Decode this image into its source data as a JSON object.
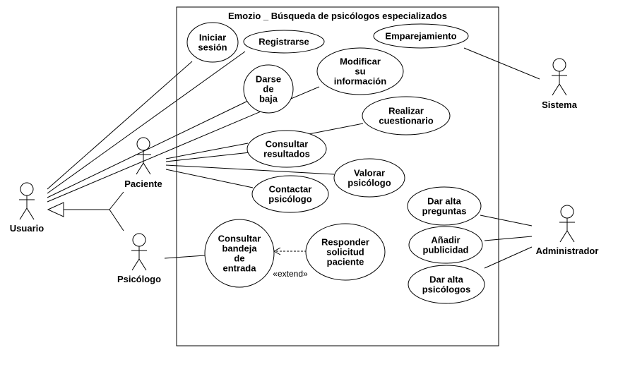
{
  "system": {
    "title": "Emozio _ Búsqueda de psicólogos especializados"
  },
  "actors": {
    "usuario": "Usuario",
    "paciente": "Paciente",
    "psicologo": "Psicólogo",
    "sistema": "Sistema",
    "administrador": "Administrador"
  },
  "use_cases": {
    "iniciar_sesion": [
      "Iniciar",
      "sesión"
    ],
    "registrarse": [
      "Registrarse"
    ],
    "emparejamiento": [
      "Emparejamiento"
    ],
    "darse_de_baja": [
      "Darse",
      "de",
      "baja"
    ],
    "modificar_info": [
      "Modificar",
      "su",
      "información"
    ],
    "realizar_cuestionario": [
      "Realizar",
      "cuestionario"
    ],
    "consultar_resultados": [
      "Consultar",
      "resultados"
    ],
    "valorar_psicologo": [
      "Valorar",
      "psicólogo"
    ],
    "contactar_psicologo": [
      "Contactar",
      "psicólogo"
    ],
    "dar_alta_preguntas": [
      "Dar alta",
      "preguntas"
    ],
    "anadir_publicidad": [
      "Añadir",
      "publicidad"
    ],
    "dar_alta_psicologos": [
      "Dar alta",
      "psicólogos"
    ],
    "consultar_bandeja": [
      "Consultar",
      "bandeja",
      "de",
      "entrada"
    ],
    "responder_solicitud": [
      "Responder",
      "solicitud",
      "paciente"
    ]
  },
  "relations": {
    "extend_label": "«extend»"
  }
}
